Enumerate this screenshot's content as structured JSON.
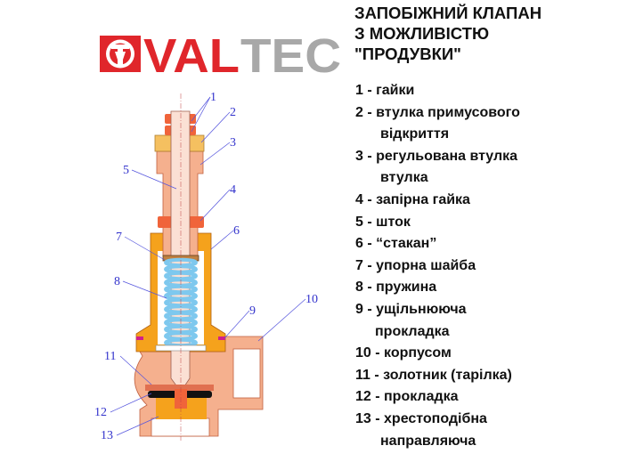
{
  "logo": {
    "text_red": "VAL",
    "text_gray": "TEC",
    "red": "#e0262b",
    "gray": "#a8a8a8"
  },
  "title": [
    "ЗАПОБІЖНИЙ КЛАПАН",
    "З МОЖЛИВІСТЮ",
    "\"ПРОДУВКИ\""
  ],
  "legend": [
    {
      "text": "1 - гайки"
    },
    {
      "text": "2 - втулка примусового",
      "cont": "відкриття"
    },
    {
      "text": "3 - регульована втулка",
      "cont": "втулка"
    },
    {
      "text": "4 - запірна гайка"
    },
    {
      "text": "5 -  шток"
    },
    {
      "text": "6 - “стакан”"
    },
    {
      "text": "7 - упорна шайба"
    },
    {
      "text": "8 - пружина"
    },
    {
      "text": "9 - ущільнююча",
      "cont": "прокладка"
    },
    {
      "text": "10 - корпусом"
    },
    {
      "text": "11 - золотник (тарілка)"
    },
    {
      "text": "12 - прокладка"
    },
    {
      "text": "13 - хрестоподібна",
      "cont": "направляюча"
    }
  ],
  "callouts": [
    "1",
    "2",
    "3",
    "4",
    "5",
    "6",
    "7",
    "8",
    "9",
    "10",
    "11",
    "12",
    "13"
  ],
  "colors": {
    "body": "#f5b08e",
    "cup": "#f5a21c",
    "nut": "#f0643a",
    "spring": "#7ec8ee",
    "label": "#3333cc"
  }
}
